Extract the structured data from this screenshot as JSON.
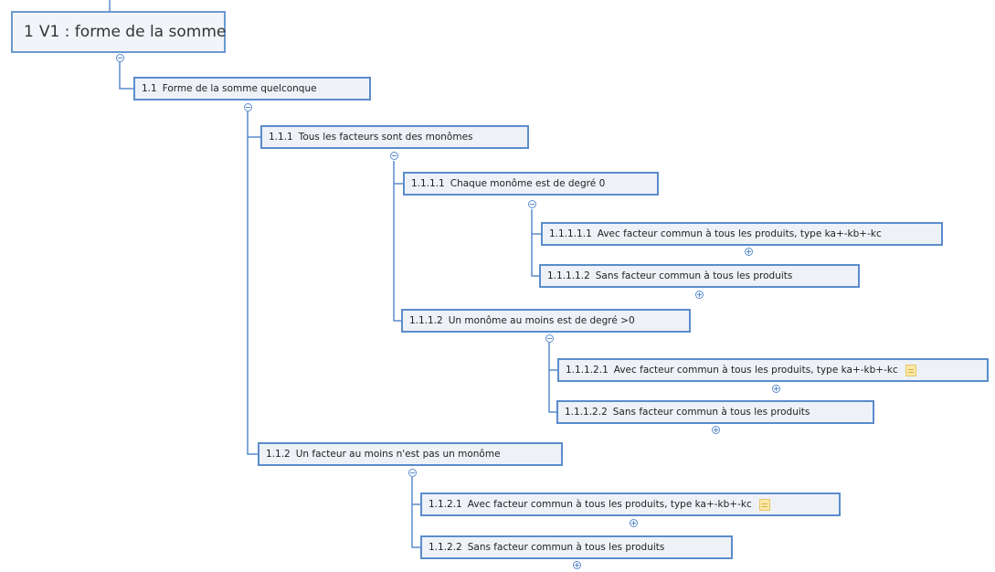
{
  "nodes": [
    {
      "id": "1",
      "num": "1",
      "text": "V1 : forme de la somme",
      "note": false
    },
    {
      "id": "1.1",
      "num": "1.1",
      "text": "Forme de la somme quelconque",
      "note": false
    },
    {
      "id": "1.1.1",
      "num": "1.1.1",
      "text": "Tous les facteurs sont des monômes",
      "note": false
    },
    {
      "id": "1.1.1.1",
      "num": "1.1.1.1",
      "text": "Chaque monôme est de degré 0",
      "note": false
    },
    {
      "id": "1.1.1.1.1",
      "num": "1.1.1.1.1",
      "text": "Avec facteur commun à tous les produits, type ka+-kb+-kc",
      "note": false
    },
    {
      "id": "1.1.1.1.2",
      "num": "1.1.1.1.2",
      "text": "Sans facteur commun à tous les produits",
      "note": false
    },
    {
      "id": "1.1.1.2",
      "num": "1.1.1.2",
      "text": "Un monôme au moins est de degré >0",
      "note": false
    },
    {
      "id": "1.1.1.2.1",
      "num": "1.1.1.2.1",
      "text": "Avec facteur commun à tous les produits, type ka+-kb+-kc",
      "note": true
    },
    {
      "id": "1.1.1.2.2",
      "num": "1.1.1.2.2",
      "text": "Sans facteur commun à tous les produits",
      "note": false
    },
    {
      "id": "1.1.2",
      "num": "1.1.2",
      "text": "Un facteur au moins n'est pas un monôme",
      "note": false
    },
    {
      "id": "1.1.2.1",
      "num": "1.1.2.1",
      "text": "Avec facteur commun à tous les produits, type ka+-kb+-kc",
      "note": true
    },
    {
      "id": "1.1.2.2",
      "num": "1.1.2.2",
      "text": "Sans facteur commun à tous les produits",
      "note": false
    }
  ],
  "colors": {
    "border": "#5b8ccc",
    "fill": "#eef2f7",
    "line": "#5b8ccc",
    "note": "#fbe7a8"
  },
  "icons": {
    "collapse": "minus-circle-icon",
    "expand": "plus-circle-icon",
    "note": "note-icon"
  }
}
